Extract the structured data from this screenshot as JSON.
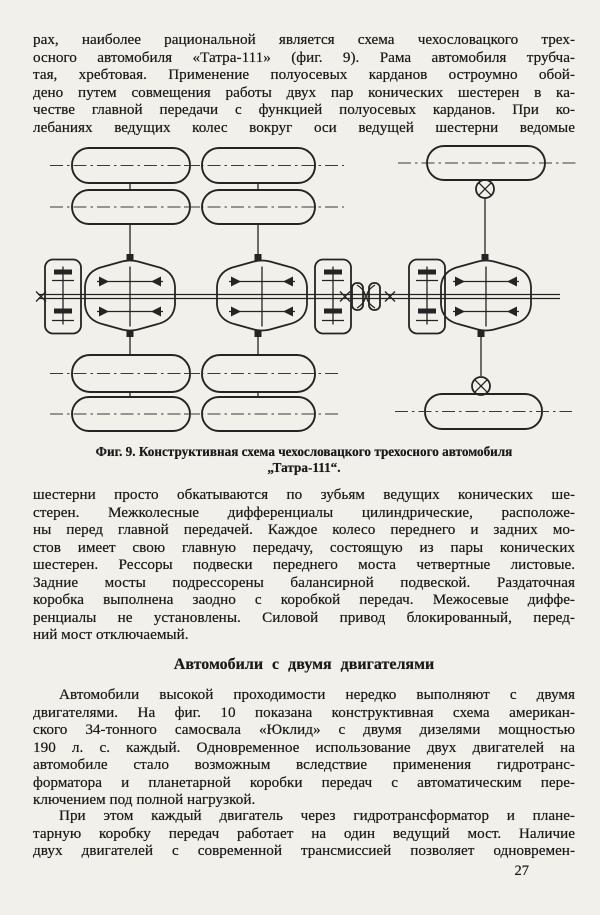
{
  "content": {
    "para_a": {
      "flush_last": false,
      "lines": [
        "рах, наиболее рациональной является схема чехословацкого трех-",
        "осного автомобиля «Татра-111» (фиг. 9). Рама автомобиля трубча-",
        "тая, хребтовая. Применение полуосевых карданов остроумно обой-",
        "дено путем совмещения работы двух пар конических шестерен в ка-",
        "честве главной передачи с функцией полуосевых карданов. При ко-",
        "лебаниях ведущих колес вокруг оси ведущей шестерни ведомые"
      ]
    },
    "figure": {
      "caption_line1": "Фиг. 9. Конструктивная схема чехословацкого трехосного автомобиля",
      "caption_line2": "„Татра-111“."
    },
    "para_b": {
      "flush_last": true,
      "lines": [
        "шестерни просто обкатываются по зубьям ведущих конических ше-",
        "стерен. Межколесные дифференциалы цилиндрические, расположе-",
        "ны перед главной передачей. Каждое колесо переднего и задних мо-",
        "стов имеет свою главную передачу, состоящую из пары конических",
        "шестерен. Рессоры подвески переднего моста четвертные листовые.",
        "Задние мосты подрессорены балансирной подвеской. Раздаточная",
        "коробка выполнена заодно с коробкой передач. Межосевые диффе-",
        "ренциалы не установлены. Силовой привод блокированный, перед-",
        "ний мост отключаемый."
      ]
    },
    "section_heading": "Автомобили с двумя двигателями",
    "para_c": {
      "flush_last": true,
      "lines": [
        "Автомобили высокой проходимости нередко выполняют с двумя",
        "двигателями. На фиг. 10 показана конструктивная схема американ-",
        "ского 34-тонного самосвала «Юклид» с двумя дизелями мощностью",
        "190 л. с. каждый. Одновременное использование двух двигателей на",
        "автомобиле стало возможным вследствие применения гидротранс-",
        "форматора и планетарной коробки передач с автоматическим пере-",
        "ключением под полной нагрузкой."
      ]
    },
    "para_d": {
      "flush_last": false,
      "lines": [
        "При этом каждый двигатель через гидротрансформатор и плане-",
        "тарную коробку передач работает на один ведущий мост. Наличие",
        "двух двигателей с современной трансмиссией позволяет одновремен-"
      ]
    },
    "page_number": "27"
  },
  "colors": {
    "paper": "#f2f0ea",
    "ink": "#1b1b1b"
  }
}
